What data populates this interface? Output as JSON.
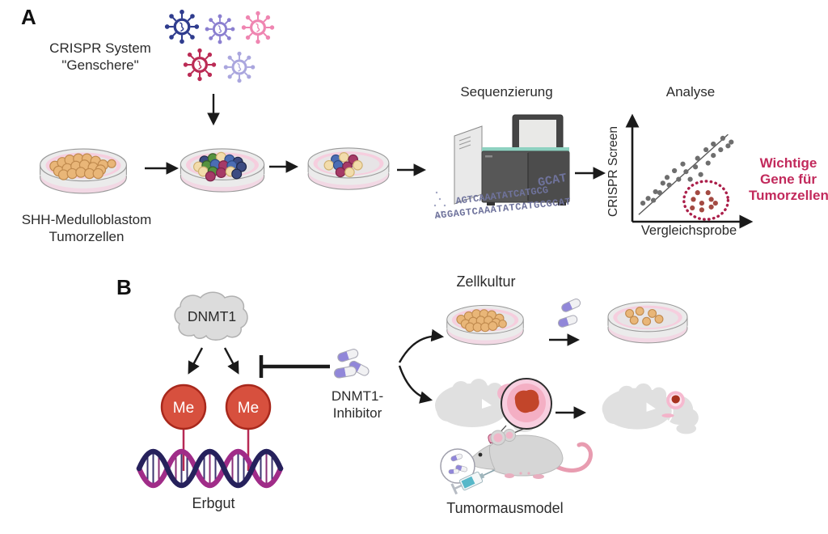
{
  "figure": {
    "background": "#ffffff"
  },
  "panel_a": {
    "label": "A",
    "crispr": {
      "line1": "CRISPR System",
      "line2": "\"Genschere\""
    },
    "viruses": {
      "colors": [
        "#2f3c8e",
        "#8b7fd0",
        "#ef85b1",
        "#bb2b55",
        "#aaa6de"
      ]
    },
    "start_dish_label": {
      "line1": "SHH-Medulloblastom",
      "line2": "Tumorzellen"
    },
    "sequencing_label": "Sequenzierung",
    "dna_sequence_lines": [
      "GCAT",
      "AGTCAAATATCATGCG",
      "AGGAGTCAAATATCATGCGCAT"
    ]
  },
  "chart_data": {
    "type": "scatter",
    "title": "Analyse",
    "xlabel": "Vergleichsprobe",
    "ylabel": "CRISPR Screen",
    "x_range": [
      0,
      1
    ],
    "y_range": [
      0,
      1
    ],
    "grid": false,
    "legend": false,
    "series": [
      {
        "name": "gray_dots",
        "color": "#6e6e6e",
        "points": [
          [
            0.07,
            0.16
          ],
          [
            0.12,
            0.21
          ],
          [
            0.17,
            0.19
          ],
          [
            0.19,
            0.28
          ],
          [
            0.23,
            0.27
          ],
          [
            0.26,
            0.37
          ],
          [
            0.3,
            0.43
          ],
          [
            0.32,
            0.35
          ],
          [
            0.37,
            0.5
          ],
          [
            0.41,
            0.41
          ],
          [
            0.45,
            0.57
          ],
          [
            0.48,
            0.49
          ],
          [
            0.52,
            0.41
          ],
          [
            0.57,
            0.54
          ],
          [
            0.59,
            0.63
          ],
          [
            0.62,
            0.46
          ],
          [
            0.67,
            0.72
          ],
          [
            0.69,
            0.58
          ],
          [
            0.74,
            0.66
          ],
          [
            0.74,
            0.78
          ],
          [
            0.81,
            0.72
          ],
          [
            0.83,
            0.84
          ],
          [
            0.88,
            0.76
          ],
          [
            0.91,
            0.8
          ]
        ]
      },
      {
        "name": "red_dots",
        "color": "#a34a42",
        "points": [
          [
            0.55,
            0.2
          ],
          [
            0.63,
            0.16
          ],
          [
            0.72,
            0.2
          ],
          [
            0.54,
            0.11
          ],
          [
            0.63,
            0.09
          ],
          [
            0.72,
            0.12
          ],
          [
            0.59,
            0.27
          ],
          [
            0.69,
            0.27
          ],
          [
            0.76,
            0.16
          ]
        ]
      }
    ],
    "trendline": {
      "x1": 0.03,
      "y1": 0.04,
      "x2": 0.88,
      "y2": 0.88
    },
    "highlight_ellipse": {
      "cx": 0.67,
      "cy": 0.19,
      "rx": 0.21,
      "ry": 0.2,
      "color": "#ab1f4a"
    },
    "annotation": {
      "text_lines": [
        "Wichtige",
        "Gene für",
        "Tumorzellen"
      ],
      "color": "#c22a5c"
    }
  },
  "panel_b": {
    "label": "B",
    "dnmt1_label": "DNMT1",
    "me_label": "Me",
    "genome_label": "Erbgut",
    "inhibitor_label": {
      "line1": "DNMT1-",
      "line2": "Inhibitor"
    },
    "cell_culture_label": "Zellkultur",
    "mouse_model_label": "Tumormausmodel"
  },
  "colors": {
    "text_dark": "#2b2b2b",
    "arrow_black": "#1a1a1a",
    "dish_gray": "#ebebeb",
    "dish_media": "#f6cede",
    "dish_inner": "#e7e4e6",
    "dish_stroke": "#9a9a9a",
    "cell_orange": "#e9b678",
    "cell_navy": "#3c4b82",
    "cell_green": "#56923f",
    "cell_blue": "#4b6db4",
    "cell_magenta": "#a63a67",
    "cell_cream": "#f2dcab",
    "seq_letters": "#6f739c",
    "machine_dark": "#575757",
    "machine_light": "#e9e9e9",
    "machine_teal": "#8ed1c0",
    "highlight_text": "#c22a5c",
    "cloud_gray": "#dcdcdc",
    "me_red": "#d7503e",
    "dna_navy": "#26215c",
    "dna_magenta": "#a02c88",
    "stem_crimson": "#b72a55",
    "pill_purple": "#9187d9",
    "mouse_gray": "#d6d6d6",
    "brain_gray": "#e0e0e0",
    "tail_pink": "#e89cb0",
    "tumor_pink": "#f6b9cf",
    "tumor_core": "#c2452a"
  }
}
